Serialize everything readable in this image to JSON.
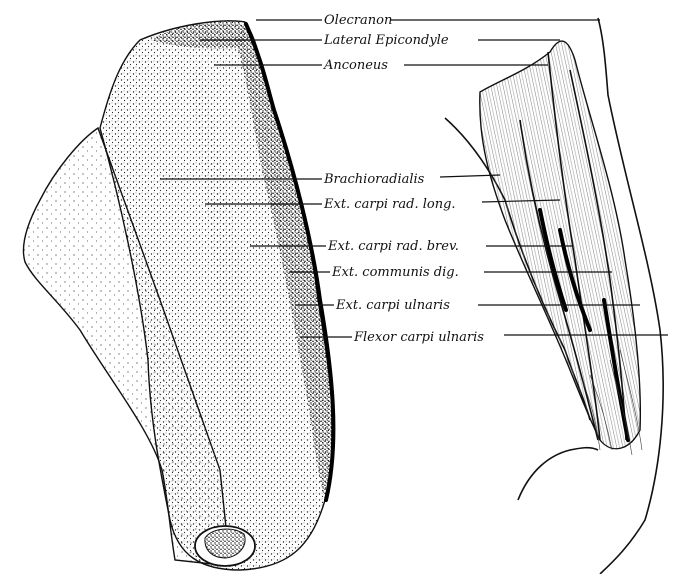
{
  "figure": {
    "labels": [
      {
        "id": "olecranon",
        "text": "Olecranon"
      },
      {
        "id": "lateral-epicondyle",
        "text": "Lateral Epicondyle"
      },
      {
        "id": "anconeus",
        "text": "Anconeus"
      },
      {
        "id": "brachioradialis",
        "text": "Brachioradialis"
      },
      {
        "id": "ext-carpi-rad-long",
        "text": "Ext. carpi rad. long."
      },
      {
        "id": "ext-carpi-rad-brev",
        "text": "Ext. carpi rad. brev."
      },
      {
        "id": "ext-communis-dig",
        "text": "Ext. communis dig."
      },
      {
        "id": "ext-carpi-ulnaris",
        "text": "Ext. carpi ulnaris"
      },
      {
        "id": "flexor-carpi-ulnaris",
        "text": "Flexor carpi ulnaris"
      }
    ]
  }
}
